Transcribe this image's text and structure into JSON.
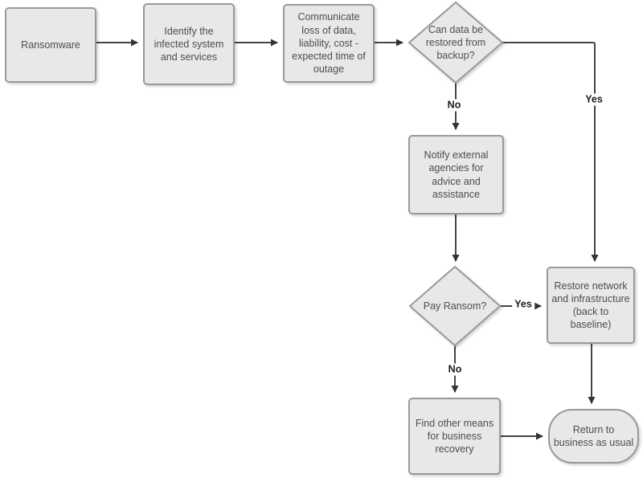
{
  "colors": {
    "canvas_bg": "#ffffff",
    "node_fill": "#e8e8e8",
    "node_border": "#999999",
    "node_text": "#4d4d4d",
    "connector": "#444444",
    "label_text": "#1a1a1a"
  },
  "nodes": {
    "ransomware": {
      "type": "process",
      "label": "Ransomware"
    },
    "identify_infected": {
      "type": "process",
      "label": "Identify the infected system and services"
    },
    "communicate_loss": {
      "type": "process",
      "label": "Communicate loss of data, liability, cost - expected time of outage"
    },
    "backup_decision": {
      "type": "decision",
      "label": "Can data be restored from backup?"
    },
    "notify_agencies": {
      "type": "process",
      "label": "Notify external agencies for advice and assistance"
    },
    "pay_ransom": {
      "type": "decision",
      "label": "Pay Ransom?"
    },
    "restore_network": {
      "type": "process",
      "label": "Restore network and infrastructure (back to baseline)"
    },
    "find_other_means": {
      "type": "process",
      "label": "Find other means for business recovery"
    },
    "return_business": {
      "type": "terminator",
      "label": "Return to business as usual"
    }
  },
  "edge_labels": {
    "backup_no": "No",
    "backup_yes": "Yes",
    "ransom_yes": "Yes",
    "ransom_no": "No"
  }
}
